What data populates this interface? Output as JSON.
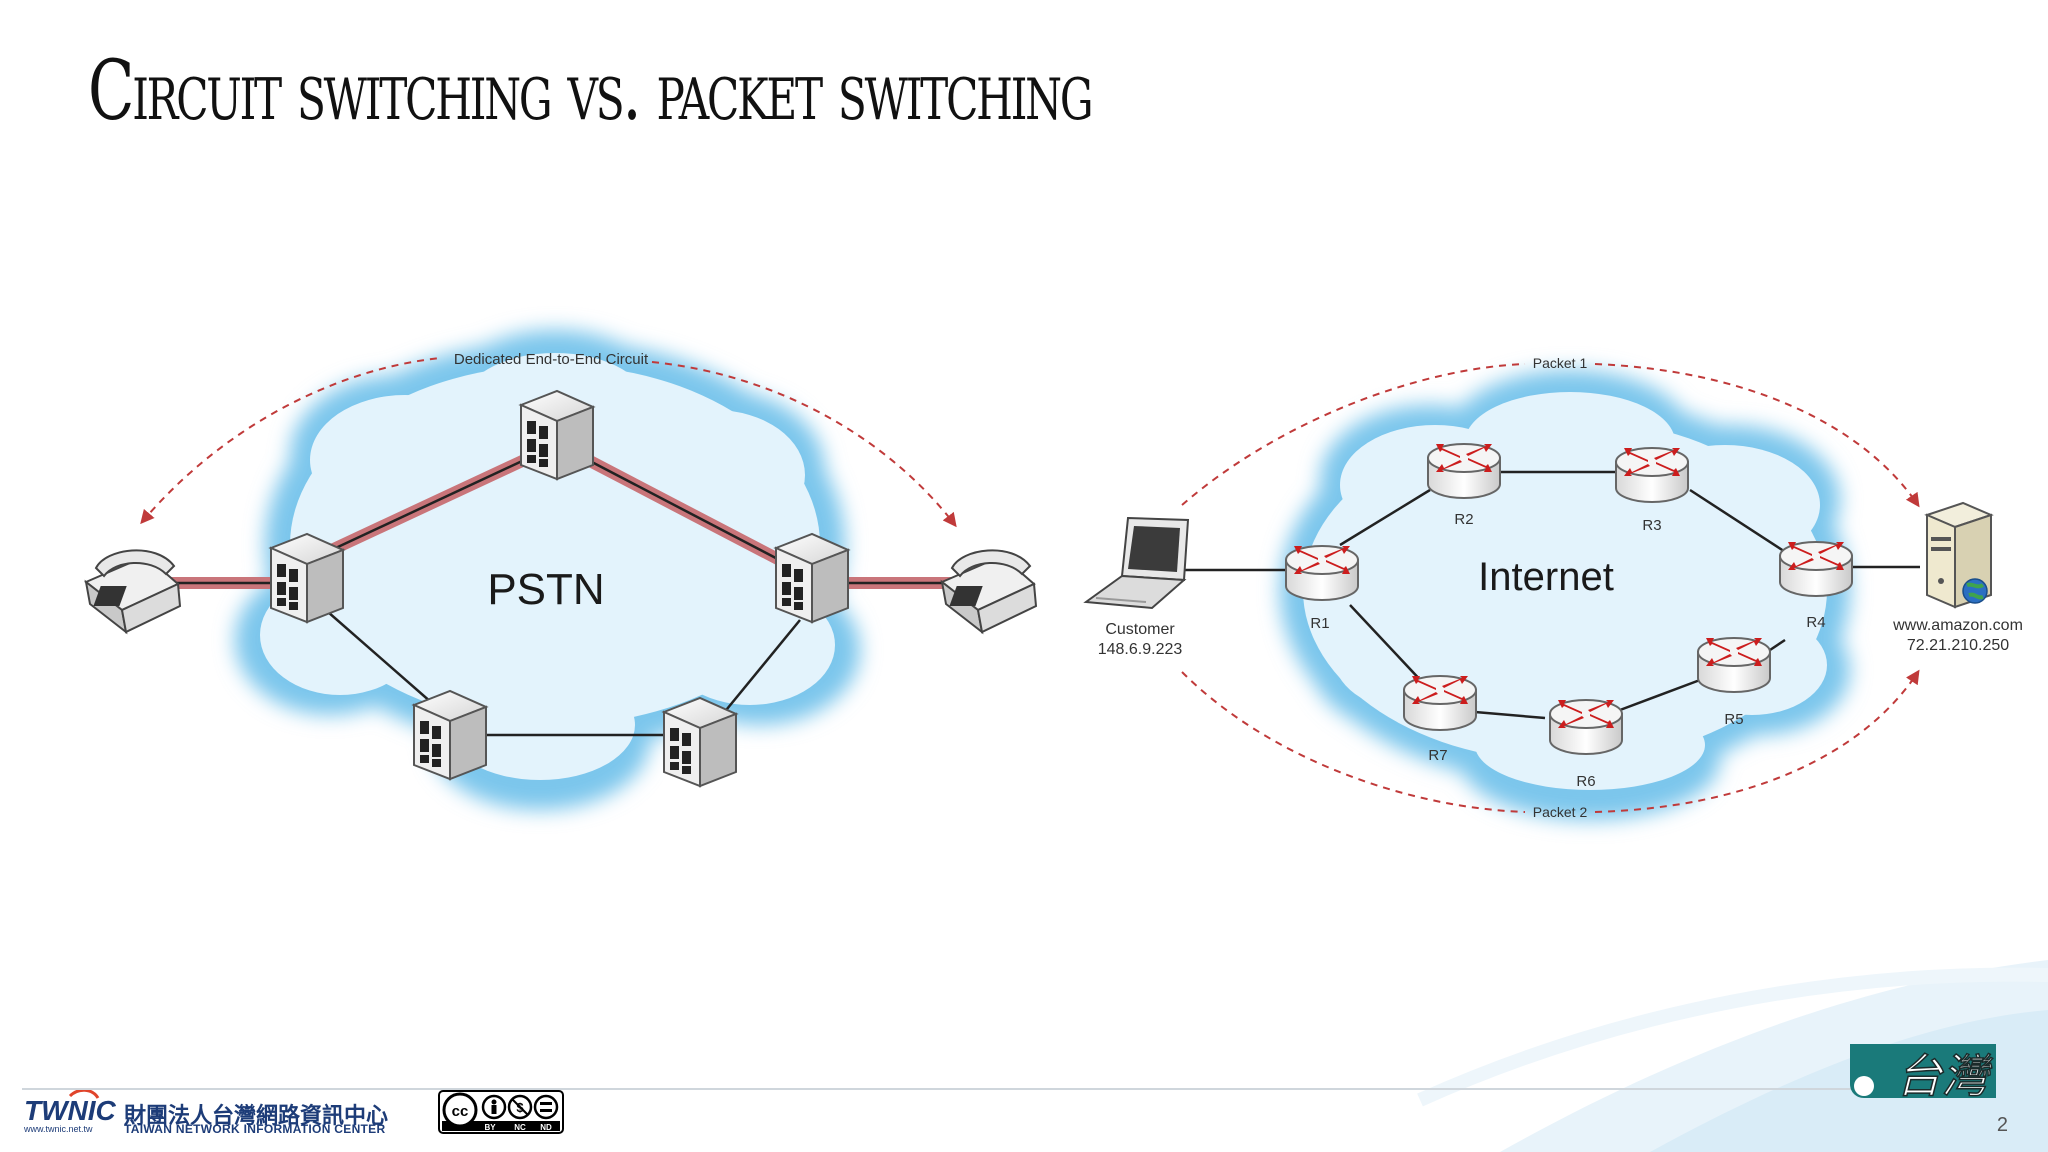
{
  "slide": {
    "title": "Circuit switching vs. packet switching",
    "page_number": "2"
  },
  "circuit": {
    "cloud_label": "PSTN",
    "circuit_label": "Dedicated End-to-End Circuit"
  },
  "packet": {
    "cloud_label": "Internet",
    "packet1_label": "Packet 1",
    "packet2_label": "Packet 2",
    "routers": [
      "R1",
      "R2",
      "R3",
      "R4",
      "R5",
      "R6",
      "R7"
    ],
    "customer_label": "Customer",
    "customer_ip": "148.6.9.223",
    "server_label": "www.amazon.com",
    "server_ip": "72.21.210.250"
  },
  "footer": {
    "logo_text": "TWNIC",
    "org_chinese": "財團法人台灣網路資訊中心",
    "org_english": "TAIWAN NETWORK INFORMATION CENTER",
    "org_url": "www.twnic.net.tw",
    "license_cc": "cc",
    "license_by": "BY",
    "license_nc": "NC",
    "license_nd": "ND",
    "taiwan_logo_text": "台灣"
  },
  "colors": {
    "cloud_fill": "#d8eefa",
    "cloud_edge": "#7cc6ec",
    "circuit_highlight": "#c9757a",
    "router_arrow": "#cc1d1d",
    "dashed_arrow": "#c03a3a",
    "footer_blue": "#1d3c78"
  }
}
